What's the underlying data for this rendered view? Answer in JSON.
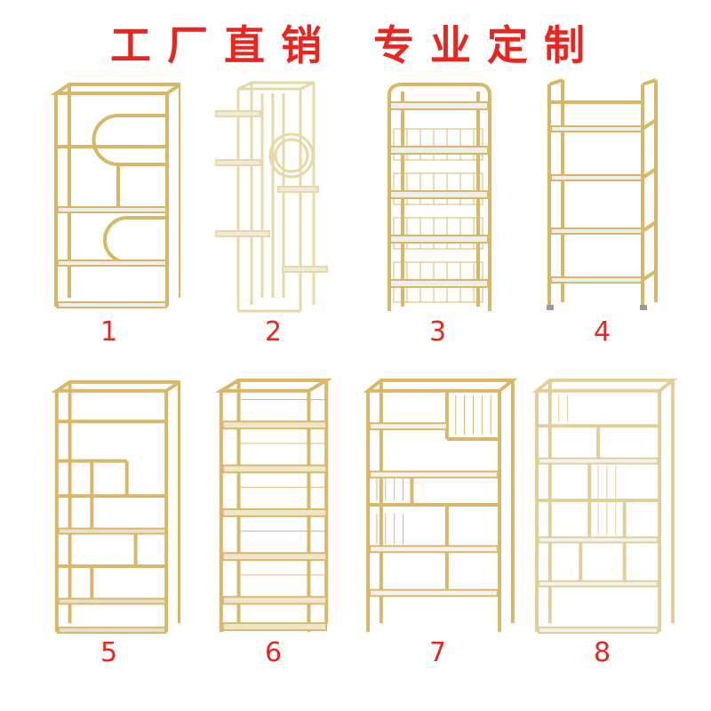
{
  "headline": {
    "left": "工厂直销",
    "right": "专业定制",
    "color": "#e8251f"
  },
  "frame_color": "#d8b866",
  "shelf_color": "#eeeeee",
  "products": [
    {
      "number": "1"
    },
    {
      "number": "2"
    },
    {
      "number": "3"
    },
    {
      "number": "4"
    },
    {
      "number": "5"
    },
    {
      "number": "6"
    },
    {
      "number": "7"
    },
    {
      "number": "8"
    }
  ]
}
